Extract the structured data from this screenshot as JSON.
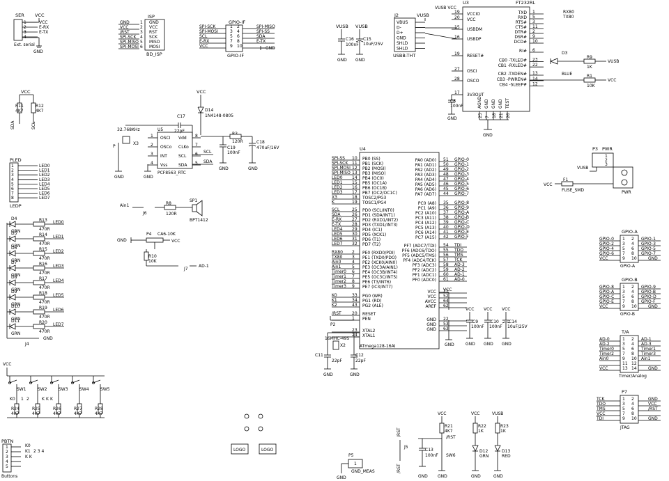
{
  "ser": {
    "label": "SER",
    "vcc": "VCC",
    "gnd": "GND",
    "footer": "Ext. serial",
    "pins": [
      [
        "1",
        "VCC"
      ],
      [
        "2",
        "E-RX"
      ],
      [
        "3",
        "E-TX"
      ],
      [
        "4",
        ""
      ]
    ]
  },
  "isp": {
    "ref": "ISP",
    "footer": "BD_ISP",
    "rows": [
      [
        "GND",
        "1",
        "GND"
      ],
      [
        "VCC",
        "2",
        "VCC"
      ],
      [
        "/RST",
        "3",
        "RST"
      ],
      [
        "SPI-SCK",
        "4",
        "SCK"
      ],
      [
        "SPI-MISO",
        "5",
        "MISO"
      ],
      [
        "SPI-MOSI",
        "6",
        "MOSI"
      ]
    ]
  },
  "gpio_if": {
    "ref": "GPIO-IF",
    "footer": "GPIO-IF",
    "gnd": "GND",
    "left": [
      "SPI-SCK",
      "SPI-MOSI",
      "SCL",
      "E-RX",
      "VCC"
    ],
    "right": [
      "SPI-MISO",
      "SPI-SS",
      "SDA",
      "E-TX",
      ""
    ],
    "pins": [
      [
        "1",
        "2"
      ],
      [
        "3",
        "4"
      ],
      [
        "5",
        "6"
      ],
      [
        "7",
        "8"
      ],
      [
        "9",
        "10"
      ]
    ]
  },
  "power_in": {
    "c16_vusb": "VUSB",
    "c16_val": "100nF",
    "c16_ref": "C16",
    "c15_vusb": "VUSB",
    "c15_ref": "C15",
    "c15_val": "10uF/25V",
    "gnd": "GND"
  },
  "usb": {
    "ref": "J2",
    "vusb": "VUSB",
    "footer": "USBB-THT",
    "pins": [
      "VBUS",
      "D-",
      "D+",
      "GND",
      "SHLD",
      "SHLD"
    ]
  },
  "ftdi": {
    "ref": "U3",
    "part": "FT232RL",
    "top_net": "VUSB VCC",
    "left_pins": [
      [
        "19",
        "VCCIO"
      ],
      [
        "20",
        "VCC"
      ],
      [
        "15",
        "USBDM"
      ],
      [
        "16",
        "USBDP"
      ],
      [
        "19",
        "RESET#"
      ],
      [
        "27",
        "OSCI"
      ],
      [
        "28",
        "OSCO"
      ],
      [
        "17",
        "3V3OUT"
      ]
    ],
    "right_pins": [
      [
        "TXD",
        "1"
      ],
      [
        "RXD",
        "5"
      ],
      [
        "RTS#",
        "3"
      ],
      [
        "CTS#",
        "11"
      ],
      [
        "DTR#",
        "2"
      ],
      [
        "DSR#",
        "9"
      ],
      [
        "DCD#",
        "10"
      ],
      [
        "RI#",
        "6"
      ],
      [
        "CB0 -TXLED#",
        "23"
      ],
      [
        "CB1 -RXLED#",
        "22"
      ],
      [
        "CB2 -TXDEN#",
        "13"
      ],
      [
        "CB3 -PWREN#",
        "14"
      ],
      [
        "CB4 -SLEEP#",
        "12"
      ]
    ],
    "right_nets": [
      "RX80",
      "TX80"
    ],
    "bottom_pins": [
      "AGND",
      "GND",
      "GND",
      "GND",
      "TEST"
    ],
    "bottom_nums": [
      "25",
      "7",
      "18",
      "21",
      "26"
    ],
    "c8_ref": "C8",
    "c8_val": "100nF",
    "gnd": "GND",
    "d3": "D3",
    "d3_col": "BLUE",
    "r9": "R9",
    "r9_val": "1K",
    "r9_net": "VUSB",
    "r1": "R1",
    "r1_val": "10K",
    "r1_net": "VCC"
  },
  "i2c_pull": {
    "vcc": "VCC",
    "r11": "R11",
    "r11_val": "4K7",
    "r12": "R12",
    "r12_val": "4K7",
    "sda": "SDA",
    "scl": "SCL"
  },
  "rtc": {
    "d14_vcc": "VCC",
    "d14": "D14",
    "d14_part": "1N4148-0805",
    "c17": "C17",
    "c17_val": "22pF",
    "xtal_freq": "32.768KHz",
    "x3": "X3",
    "u5": "U5",
    "part": "PCF8563_RTC",
    "p": "P",
    "left": [
      [
        "1",
        "OSCI"
      ],
      [
        "2",
        "OSCo"
      ],
      [
        "3",
        "INT"
      ],
      [
        "4",
        "Vss"
      ]
    ],
    "right": [
      [
        "Vdd",
        "8"
      ],
      [
        "CLKo",
        "7"
      ],
      [
        "SCL",
        "6"
      ],
      [
        "SDA",
        "5"
      ]
    ],
    "scl": "SCL",
    "sda": "SDA",
    "r3": "R3",
    "r3_val": "120R",
    "c19": "C19",
    "c19_val": "100nF",
    "c18": "C18",
    "c18_val": "470uF/16V",
    "gnd": "GND"
  },
  "pled": {
    "ref": "PLED",
    "footer": "LEDP",
    "rows": [
      [
        "1",
        "LED0"
      ],
      [
        "2",
        "LED1"
      ],
      [
        "3",
        "LED2"
      ],
      [
        "4",
        "LED3"
      ],
      [
        "5",
        "LED4"
      ],
      [
        "6",
        "LED5"
      ],
      [
        "7",
        "LED6"
      ],
      [
        "8",
        "LED7"
      ]
    ]
  },
  "leds": {
    "rows": [
      [
        "D4",
        "GRN",
        "R13",
        "470R",
        "LED0"
      ],
      [
        "D5",
        "GRN",
        "R14",
        "470R",
        "LED1"
      ],
      [
        "D6",
        "GRN",
        "R15",
        "470R",
        "LED2"
      ],
      [
        "D7",
        "GRN",
        "R16",
        "470R",
        "LED3"
      ],
      [
        "D8",
        "GRN",
        "R17",
        "470R",
        "LED4"
      ],
      [
        "D9",
        "GRN",
        "R18",
        "470R",
        "LED5"
      ],
      [
        "D10",
        "GRN",
        "R19",
        "470R",
        "LED6"
      ],
      [
        "D11",
        "GRN",
        "R20",
        "470R",
        "LED7"
      ]
    ],
    "j4": "J4",
    "gnd": "GND"
  },
  "audio": {
    "ain1": "Ain1",
    "j6": "J6",
    "r8": "R8",
    "r8_val": "120R",
    "sp1": "SP1",
    "bpt": "BPT1412",
    "gnd": "GND",
    "p4": "P4",
    "p4_val": "CA6-10K",
    "vcc": "VCC",
    "r10": "R10",
    "r10_val": "10K",
    "j7": "J7",
    "ad1": "AD-1"
  },
  "mcu": {
    "ref": "U4",
    "part": "ATmega128-16AI",
    "left_groups": [
      [
        [
          "SPI-SS",
          "10",
          "PB0 (SS)"
        ],
        [
          "SPI-SCK",
          "11",
          "PB1 (SCK)"
        ],
        [
          "SPI-MOSI",
          "12",
          "PB2 (MOSI)"
        ],
        [
          "SPI-MISO",
          "13",
          "PB3 (MISO)"
        ],
        [
          "LED0",
          "14",
          "PB4 (OC0)"
        ],
        [
          "LED1",
          "15",
          "PB5 (OC1A)"
        ],
        [
          "LED2",
          "16",
          "PB6 (OC1B)"
        ],
        [
          "LED3",
          "17",
          "PB7 (OC2/OC1C)"
        ],
        [
          "X3",
          "18",
          "TOSC2/PG3"
        ],
        [
          "K",
          "19",
          "TOSC1/PG4"
        ]
      ],
      [
        [
          "SCL",
          "25",
          "PD0 (SCL/INT0)"
        ],
        [
          "SDA",
          "26",
          "PD1 (SDA/INT1)"
        ],
        [
          "E-RX",
          "27",
          "PD2 (RXD1/INT2)"
        ],
        [
          "E-TX",
          "28",
          "PD3 (TXD1/INT3)"
        ],
        [
          "LED4",
          "29",
          "PD4 (IC1)"
        ],
        [
          "LED5",
          "30",
          "PD5 (XCK1)"
        ],
        [
          "LED6",
          "31",
          "PD6 (T1)"
        ],
        [
          "LED7",
          "32",
          "PD7 (T2)"
        ]
      ],
      [
        [
          "RX80",
          "2",
          "PE0 (RXD0/PDI)"
        ],
        [
          "TX80",
          "3",
          "PE1 (TXD0/PDO)"
        ],
        [
          "Ain0",
          "4",
          "PE2 (XCK0/AIN0)"
        ],
        [
          "Ain1",
          "5",
          "PE3 (OC3A/AIN1)"
        ],
        [
          "Timer0",
          "6",
          "PE4 (OC3B/INT4)"
        ],
        [
          "Timer1",
          "7",
          "PE5 (OC3C/INT5)"
        ],
        [
          "Timer2",
          "8",
          "PE6 (T3/INT6)"
        ],
        [
          "Timer3",
          "9",
          "PE7 (IC3/INT7)"
        ]
      ],
      [
        [
          "K0",
          "33",
          "PG0 (WR)"
        ],
        [
          "K1",
          "34",
          "PG1 (RD)"
        ],
        [
          "K2",
          "43",
          "PG2 (ALE)"
        ]
      ],
      [
        [
          "/RST",
          "20",
          "RESET"
        ],
        [
          "",
          "1",
          "PEN"
        ]
      ],
      [
        [
          "",
          "23",
          "XTAL2"
        ],
        [
          "",
          "24",
          "XTAL1"
        ]
      ]
    ],
    "right_groups": [
      [
        [
          "PA0 (AD0)",
          "51",
          "GPIO-0"
        ],
        [
          "PA1 (AD1)",
          "50",
          "GPIO-1"
        ],
        [
          "PA2 (AD2)",
          "49",
          "GPIO-2"
        ],
        [
          "PA3 (AD3)",
          "48",
          "GPIO-3"
        ],
        [
          "PA4 (AD4)",
          "47",
          "GPIO-4"
        ],
        [
          "PA5 (AD5)",
          "46",
          "GPIO-5"
        ],
        [
          "PA6 (AD6)",
          "45",
          "GPIO-6"
        ],
        [
          "PA7 (AD7)",
          "44",
          "GPIO-7"
        ]
      ],
      [
        [
          "PC0 (A8)",
          "35",
          "GPIO-8"
        ],
        [
          "PC1 (A9)",
          "36",
          "GPIO-9"
        ],
        [
          "PC2 (A10)",
          "37",
          "GPIO-A"
        ],
        [
          "PC3 (A11)",
          "38",
          "GPIO-B"
        ],
        [
          "PC4 (A12)",
          "39",
          "GPIO-C"
        ],
        [
          "PC5 (A13)",
          "40",
          "GPIO-D"
        ],
        [
          "PC6 (A14)",
          "41",
          "GPIO-E"
        ],
        [
          "PC7 (A15)",
          "42",
          "GPIO-F"
        ]
      ],
      [
        [
          "PF7 (ADC7/TDI)",
          "54",
          "TDI"
        ],
        [
          "PF6 (ADC6/TDO)",
          "55",
          "TDO"
        ],
        [
          "PF5 (ADC5/TMS)",
          "56",
          "TMS"
        ],
        [
          "PF4 (ADC4/TCK)",
          "57",
          "TCK"
        ],
        [
          "PF3 (ADC3)",
          "58",
          "AD-3"
        ],
        [
          "PF2 (ADC2)",
          "59",
          "AD-2"
        ],
        [
          "PF1 (ADC1)",
          "60",
          "AD-1"
        ],
        [
          "PF0 (ADC0)",
          "61",
          "AD-0"
        ]
      ],
      [
        [
          "VCC",
          "21",
          ""
        ],
        [
          "VCC",
          "52",
          ""
        ],
        [
          "AVCC",
          "64",
          ""
        ],
        [
          "AREF",
          "62",
          ""
        ]
      ],
      [
        [
          "GND",
          "22",
          ""
        ],
        [
          "GND",
          "53",
          ""
        ],
        [
          "GND",
          "63",
          ""
        ]
      ]
    ],
    "vcc": "VCC",
    "gnd": "GND",
    "c9": "C9",
    "c9_val": "100nF",
    "c10": "C10",
    "c10_val": "100nF",
    "c14": "C14",
    "c14_val": "10uF/25V"
  },
  "mcu_osc": {
    "p2": "P2",
    "xtal": "16MHC-49S",
    "x2": "X2",
    "c11": "C11",
    "c11_val": "22pF",
    "c12": "C12",
    "c12_val": "22pF",
    "gnd": "GND"
  },
  "pwr": {
    "p3": "P3",
    "label": "PWR",
    "vusb": "VUSB",
    "vcc": "VCC",
    "f1": "F1",
    "f1_part": "FUSE_SMD",
    "footer": "PWR",
    "pins": [
      "1",
      "2",
      "3"
    ]
  },
  "gpio_a": {
    "ref": "GPIO-A",
    "footer": "GPIO-A",
    "vcc": "VCC",
    "gnd": "GND",
    "left": [
      "GPIO-0",
      "GPIO-2",
      "GPIO-4",
      "GPIO-6"
    ],
    "right": [
      "GPIO-1",
      "GPIO-3",
      "GPIO-5",
      "GPIO-7"
    ],
    "pins": [
      [
        "1",
        "2"
      ],
      [
        "3",
        "4"
      ],
      [
        "5",
        "6"
      ],
      [
        "7",
        "8"
      ],
      [
        "9",
        "10"
      ]
    ]
  },
  "gpio_b": {
    "ref": "GPIO-B",
    "footer": "GPIO-B",
    "vcc": "VCC",
    "gnd": "GND",
    "left": [
      "GPIO-8",
      "GPIO-A",
      "GPIO-C",
      "GPIO-E"
    ],
    "right": [
      "GPIO-9",
      "GPIO-B",
      "GPIO-D",
      "GPIO-F"
    ],
    "pins": [
      [
        "1",
        "2"
      ],
      [
        "3",
        "4"
      ],
      [
        "5",
        "6"
      ],
      [
        "7",
        "8"
      ],
      [
        "9",
        "10"
      ]
    ]
  },
  "timer_analog": {
    "ref": "T/A",
    "footer": "Timer/Analog",
    "vcc": "VCC",
    "gnd": "GND",
    "left": [
      "AD-0",
      "AD-2",
      "Timer0",
      "Timer2",
      "Ain0",
      "",
      ""
    ],
    "right": [
      "AD-1",
      "AD-3",
      "Timer1",
      "Timer3",
      "Ain1",
      "",
      ""
    ],
    "pins": [
      [
        "1",
        "2"
      ],
      [
        "3",
        "4"
      ],
      [
        "5",
        "6"
      ],
      [
        "7",
        "8"
      ],
      [
        "9",
        "10"
      ],
      [
        "11",
        "12"
      ],
      [
        "13",
        "14"
      ]
    ]
  },
  "jtag": {
    "ref": "P7",
    "footer": "JTAG",
    "left": [
      "TCK",
      "TDO",
      "TMS",
      "VCC",
      "TDI"
    ],
    "right": [
      "GND",
      "VCC",
      "/RST",
      "",
      "GND"
    ],
    "pins": [
      [
        "1",
        "2"
      ],
      [
        "3",
        "4"
      ],
      [
        "5",
        "6"
      ],
      [
        "7",
        "8"
      ],
      [
        "9",
        "10"
      ]
    ]
  },
  "buttons": {
    "vcc": "VCC",
    "sw": [
      "SW1",
      "SW2",
      "SW3",
      "SW4",
      "SW5"
    ],
    "mid": [
      "K0",
      "1",
      "2",
      "K",
      "K",
      "K"
    ],
    "r": [
      [
        "R24",
        "4K7"
      ],
      [
        "R25",
        "4K7"
      ],
      [
        "R26",
        "4K7"
      ],
      [
        "R27",
        "4K7"
      ],
      [
        "R28",
        "4K7"
      ]
    ]
  },
  "pbtn": {
    "ref": "PBTN",
    "footer": "Buttons",
    "k0": "K0",
    "k1": "K1",
    "nums": "2  3  4",
    "ks": "K  K",
    "pins": [
      "1",
      "2",
      "3",
      "4",
      "5"
    ]
  },
  "logos": [
    "LOGO",
    "LOGO"
  ],
  "reset": {
    "rst_v": "/RST",
    "j5": "J5",
    "rst_v2": "/RST",
    "c13": "C13",
    "c13_val": "100nF",
    "sw6": "SW6",
    "vcc": "VCC",
    "r21": "R21",
    "r21_val": "4K7",
    "rst": "/RST",
    "gnd": "GND",
    "d12_vcc": "VCC",
    "r22": "R22",
    "r22_val": "1K",
    "d12": "D12",
    "d12_col": "GRN",
    "d13_vusb": "VUSB",
    "r23": "R23",
    "r23_val": "1K",
    "d13": "D13",
    "d13_col": "RED"
  },
  "gnd_meas": {
    "ref": "P5",
    "pin": "1",
    "label": "GND_MEAS",
    "gnd": "GND"
  }
}
